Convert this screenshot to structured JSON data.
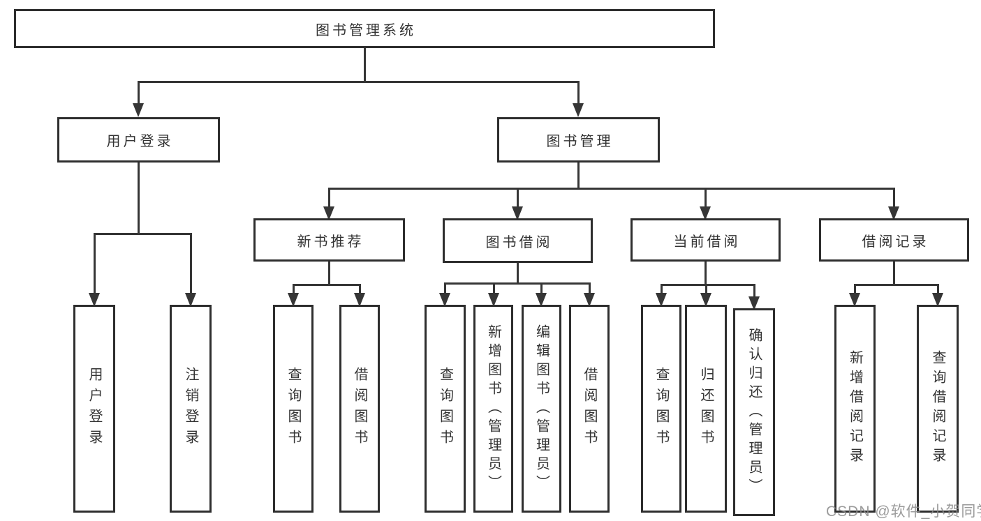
{
  "watermark": {
    "text": "CSDN @软件_小贺同学"
  },
  "colors": {
    "line": "#363636",
    "box_border": "#2e2e2e",
    "text": "#333333",
    "watermark": "#8a8a8a",
    "background": "#ffffff"
  },
  "tree": {
    "root": {
      "label": "图书管理系统",
      "children": [
        {
          "label": "用户登录",
          "children": [
            {
              "label": "用户登录"
            },
            {
              "label": "注销登录"
            }
          ]
        },
        {
          "label": "图书管理",
          "children": [
            {
              "label": "新书推荐",
              "children": [
                {
                  "label": "查询图书"
                },
                {
                  "label": "借阅图书"
                }
              ]
            },
            {
              "label": "图书借阅",
              "children": [
                {
                  "label": "查询图书"
                },
                {
                  "label": "新增图书（管理员）"
                },
                {
                  "label": "编辑图书（管理员）"
                },
                {
                  "label": "借阅图书"
                }
              ]
            },
            {
              "label": "当前借阅",
              "children": [
                {
                  "label": "查询图书"
                },
                {
                  "label": "归还图书"
                },
                {
                  "label": "确认归还（管理员）"
                }
              ]
            },
            {
              "label": "借阅记录",
              "children": [
                {
                  "label": "新增借阅记录"
                },
                {
                  "label": "查询借阅记录"
                }
              ]
            }
          ]
        }
      ]
    }
  }
}
